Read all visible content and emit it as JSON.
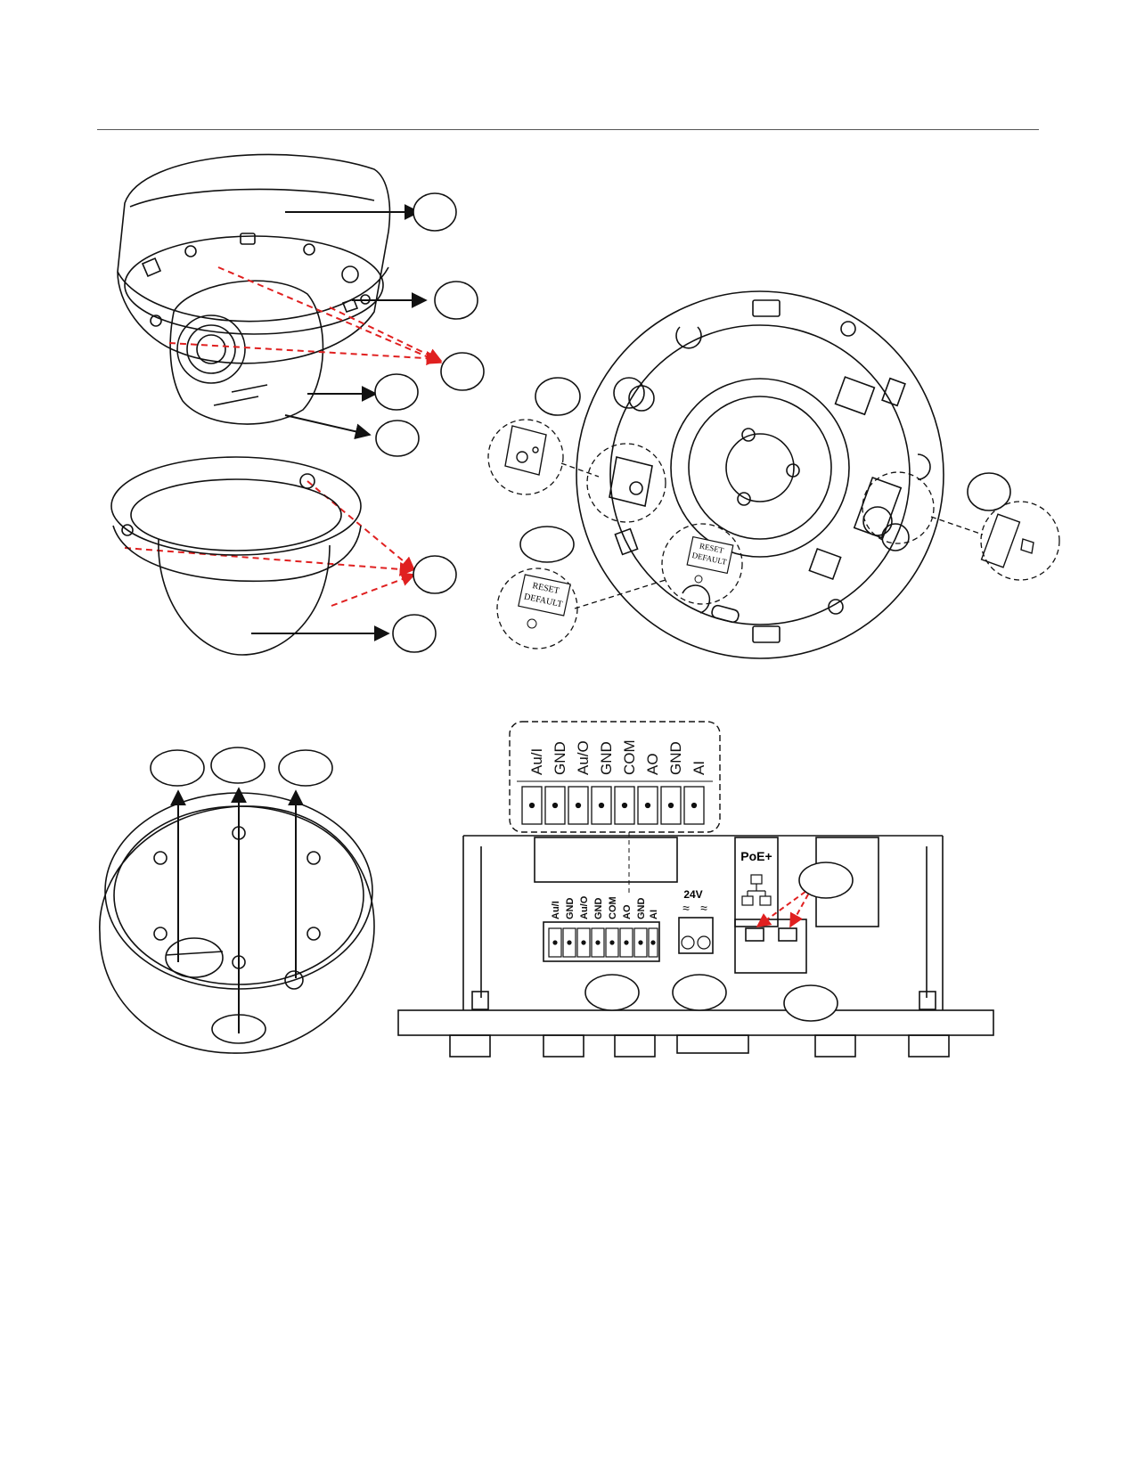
{
  "colors": {
    "line": "#111111",
    "leader_red": "#e02020",
    "background": "#ffffff"
  },
  "reset_button_label": {
    "line1": "RESET",
    "line2": "DEFAULT"
  },
  "io_block_labels": [
    "Au/I",
    "GND",
    "Au/O",
    "GND",
    "COM",
    "AO",
    "GND",
    "AI"
  ],
  "power_label": "24V",
  "power_symbol": "≈",
  "poe_label": "PoE+",
  "callouts": {
    "front_view": [
      "",
      "",
      "",
      "",
      "",
      "",
      ""
    ],
    "base_plate": [
      "",
      "",
      ""
    ],
    "bottom_view": [
      "",
      "",
      ""
    ],
    "io_panel": [
      "",
      "",
      "",
      ""
    ]
  }
}
